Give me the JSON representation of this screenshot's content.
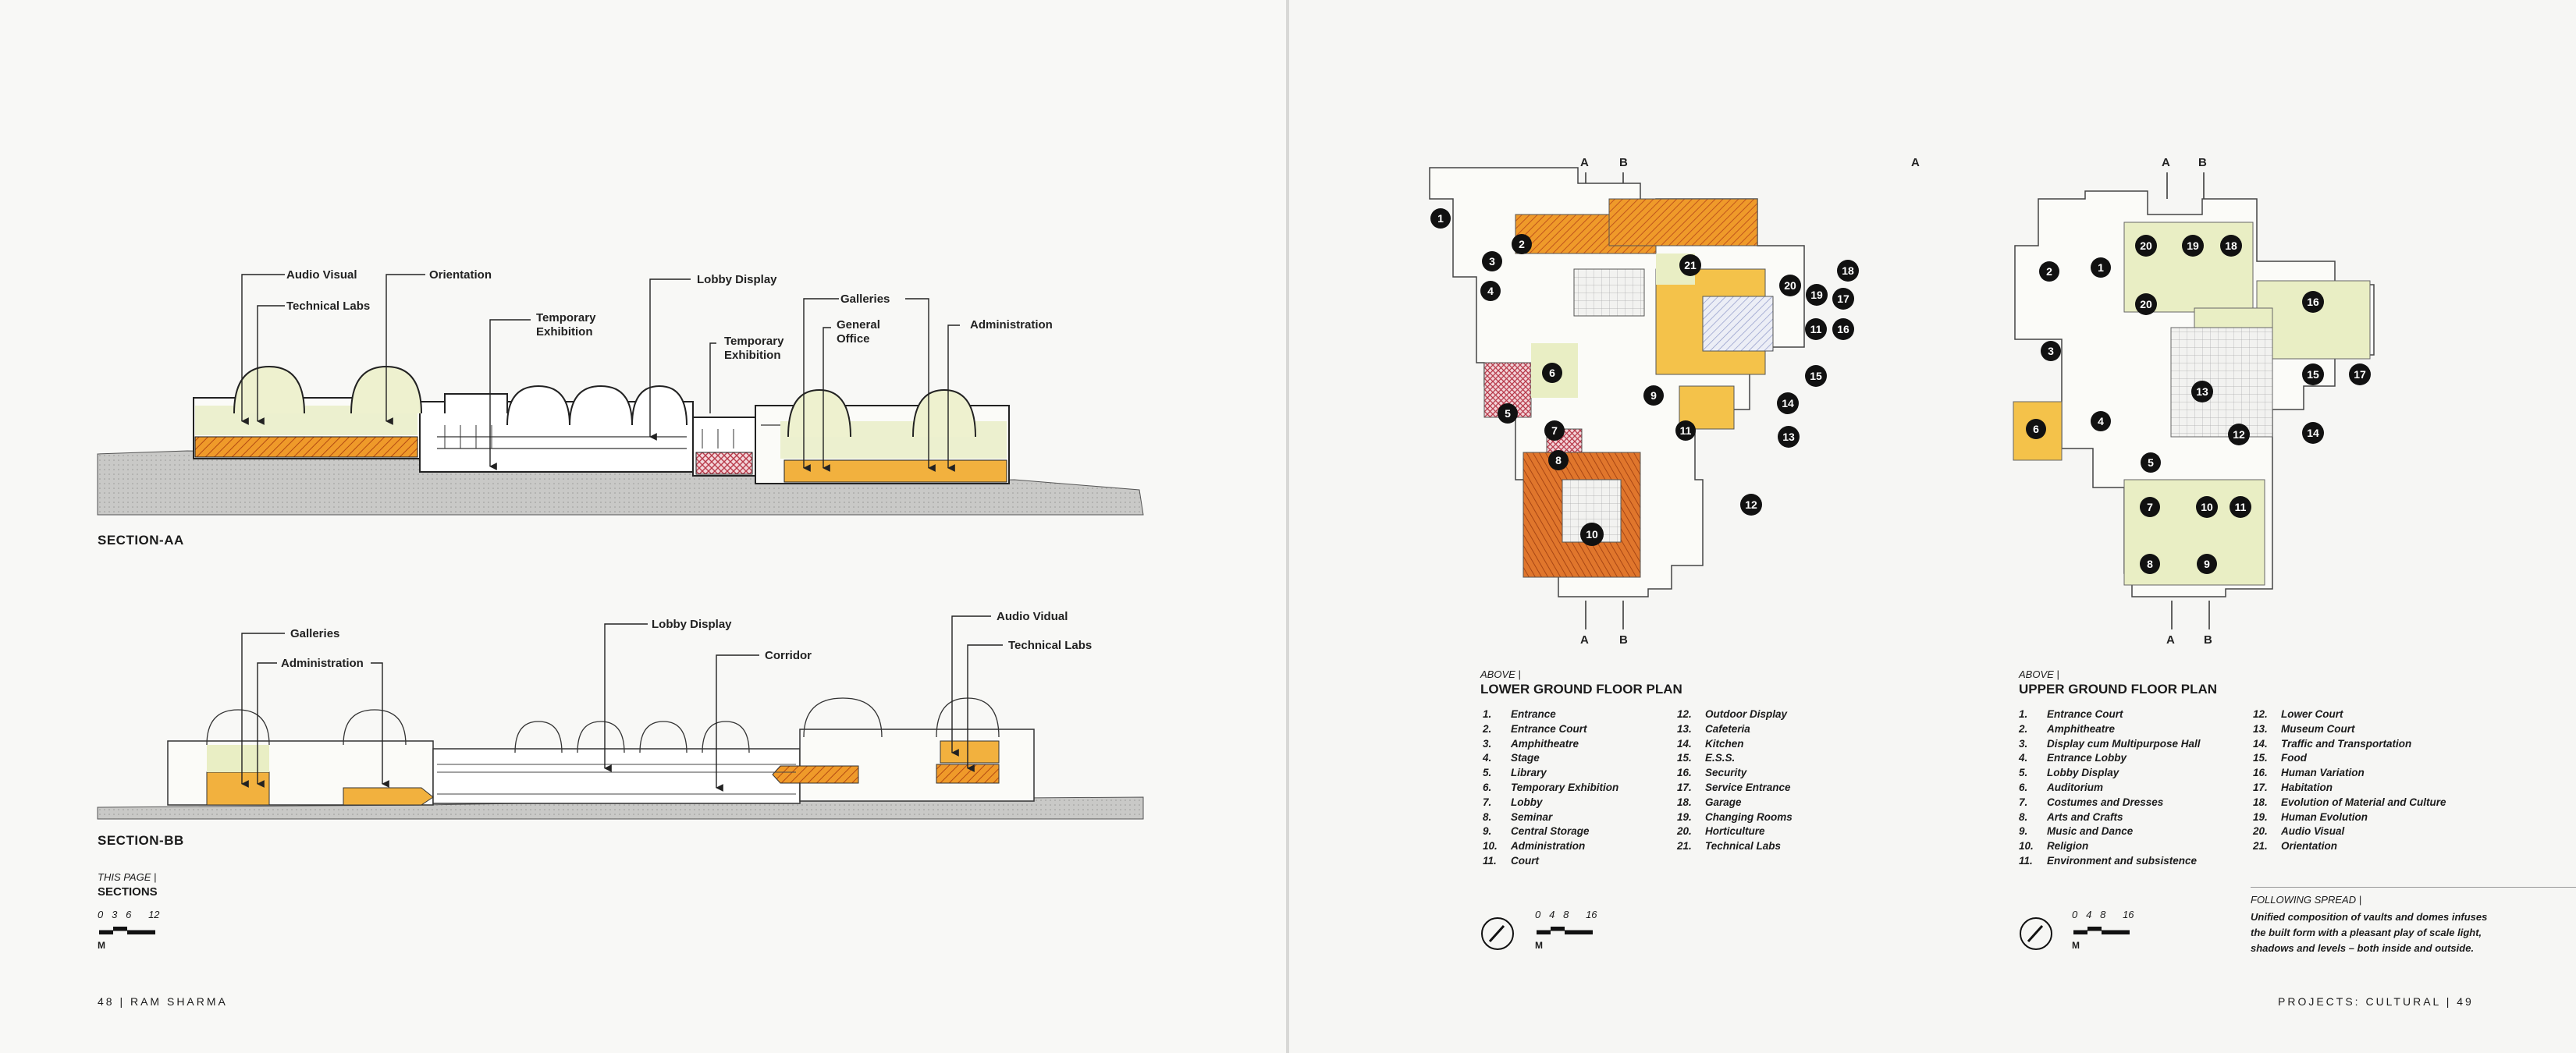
{
  "left_page": {
    "section_aa": {
      "title": "SECTION-AA",
      "labels": {
        "audio_visual": "Audio Visual",
        "technical_labs": "Technical Labs",
        "orientation": "Orientation",
        "temporary_exhibition_1_a": "Temporary",
        "temporary_exhibition_1_b": "Exhibition",
        "lobby_display": "Lobby Display",
        "temporary_exhibition_2_a": "Temporary",
        "temporary_exhibition_2_b": "Exhibition",
        "galleries": "Galleries",
        "general_office_a": "General",
        "general_office_b": "Office",
        "administration": "Administration"
      }
    },
    "section_bb": {
      "title": "SECTION-BB",
      "labels": {
        "galleries": "Galleries",
        "administration": "Administration",
        "lobby_display": "Lobby Display",
        "corridor": "Corridor",
        "audio_vidual": "Audio Vidual",
        "technical_labs": "Technical Labs"
      }
    },
    "caption": {
      "kicker": "THIS PAGE |",
      "title": "SECTIONS"
    },
    "scale": {
      "numbers": [
        "0",
        "3",
        "6",
        "12"
      ],
      "unit": "M"
    },
    "folio": "48  |  RAM SHARMA"
  },
  "right_page": {
    "lower_plan": {
      "kicker": "ABOVE |",
      "title": "LOWER GROUND FLOOR PLAN",
      "section_marks": [
        "A",
        "B"
      ],
      "legend_col1": [
        {
          "n": "1.",
          "label": "Entrance"
        },
        {
          "n": "2.",
          "label": "Entrance Court"
        },
        {
          "n": "3.",
          "label": "Amphitheatre"
        },
        {
          "n": "4.",
          "label": "Stage"
        },
        {
          "n": "5.",
          "label": "Library"
        },
        {
          "n": "6.",
          "label": "Temporary Exhibition"
        },
        {
          "n": "7.",
          "label": "Lobby"
        },
        {
          "n": "8.",
          "label": "Seminar"
        },
        {
          "n": "9.",
          "label": "Central Storage"
        },
        {
          "n": "10.",
          "label": "Administration"
        },
        {
          "n": "11.",
          "label": "Court"
        }
      ],
      "legend_col2": [
        {
          "n": "12.",
          "label": "Outdoor Display"
        },
        {
          "n": "13.",
          "label": "Cafeteria"
        },
        {
          "n": "14.",
          "label": "Kitchen"
        },
        {
          "n": "15.",
          "label": "E.S.S."
        },
        {
          "n": "16.",
          "label": "Security"
        },
        {
          "n": "17.",
          "label": "Service Entrance"
        },
        {
          "n": "18.",
          "label": "Garage"
        },
        {
          "n": "19.",
          "label": "Changing Rooms"
        },
        {
          "n": "20.",
          "label": "Horticulture"
        },
        {
          "n": "21.",
          "label": "Technical Labs"
        }
      ],
      "scale": {
        "numbers": [
          "0",
          "4",
          "8",
          "16"
        ],
        "unit": "M"
      }
    },
    "upper_plan": {
      "kicker": "ABOVE |",
      "title": "UPPER GROUND FLOOR PLAN",
      "section_marks": [
        "A",
        "B"
      ],
      "legend_col1": [
        {
          "n": "1.",
          "label": "Entrance Court"
        },
        {
          "n": "2.",
          "label": "Amphitheatre"
        },
        {
          "n": "3.",
          "label": "Display cum Multipurpose Hall"
        },
        {
          "n": "4.",
          "label": "Entrance Lobby"
        },
        {
          "n": "5.",
          "label": "Lobby Display"
        },
        {
          "n": "6.",
          "label": "Auditorium"
        },
        {
          "n": "7.",
          "label": "Costumes and Dresses"
        },
        {
          "n": "8.",
          "label": "Arts and Crafts"
        },
        {
          "n": "9.",
          "label": "Music and Dance"
        },
        {
          "n": "10.",
          "label": "Religion"
        },
        {
          "n": "11.",
          "label": "Environment and subsistence"
        }
      ],
      "legend_col2": [
        {
          "n": "12.",
          "label": "Lower Court"
        },
        {
          "n": "13.",
          "label": "Museum Court"
        },
        {
          "n": "14.",
          "label": "Traffic and Transportation"
        },
        {
          "n": "15.",
          "label": "Food"
        },
        {
          "n": "16.",
          "label": "Human Variation"
        },
        {
          "n": "17.",
          "label": "Habitation"
        },
        {
          "n": "18.",
          "label": "Evolution of Material and Culture"
        },
        {
          "n": "19.",
          "label": "Human Evolution"
        },
        {
          "n": "20.",
          "label": "Audio Visual"
        },
        {
          "n": "21.",
          "label": "Orientation"
        }
      ],
      "scale": {
        "numbers": [
          "0",
          "4",
          "8",
          "16"
        ],
        "unit": "M"
      }
    },
    "following_spread": {
      "kicker": "FOLLOWING SPREAD |",
      "text": "Unified composition of vaults and domes infuses the built form with a pleasant play of scale light, shadows and levels – both inside and outside."
    },
    "folio": "PROJECTS: CULTURAL  |  49"
  },
  "colors": {
    "orange_dark": "#e0762c",
    "orange": "#ef9a2a",
    "yellow": "#f4c24a",
    "pale_green": "#e6ecb8",
    "red_hatch": "#b83a4a",
    "blue_hatch": "#8e98c8",
    "ground": "#c9c9c7"
  },
  "icons": [
    "north-arrow-icon",
    "section-cut-arrow-icon"
  ]
}
